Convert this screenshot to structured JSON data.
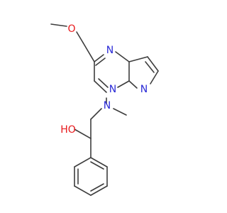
{
  "molecule": {
    "atoms": {
      "o_methoxy": {
        "label": "O",
        "element": "O"
      },
      "n_ring_top": {
        "label": "N",
        "element": "N"
      },
      "n_ring_fused": {
        "label": "N",
        "element": "N"
      },
      "n_pyrazole": {
        "label": "N",
        "element": "N"
      },
      "n_amine": {
        "label": "N",
        "element": "N"
      },
      "o_hydroxyl": {
        "label": "HO",
        "element": "O"
      }
    },
    "colors": {
      "bond": "#3d3d3d",
      "oxygen": "#e8191c",
      "nitrogen": "#2a2ad6",
      "background": "#ffffff"
    }
  }
}
